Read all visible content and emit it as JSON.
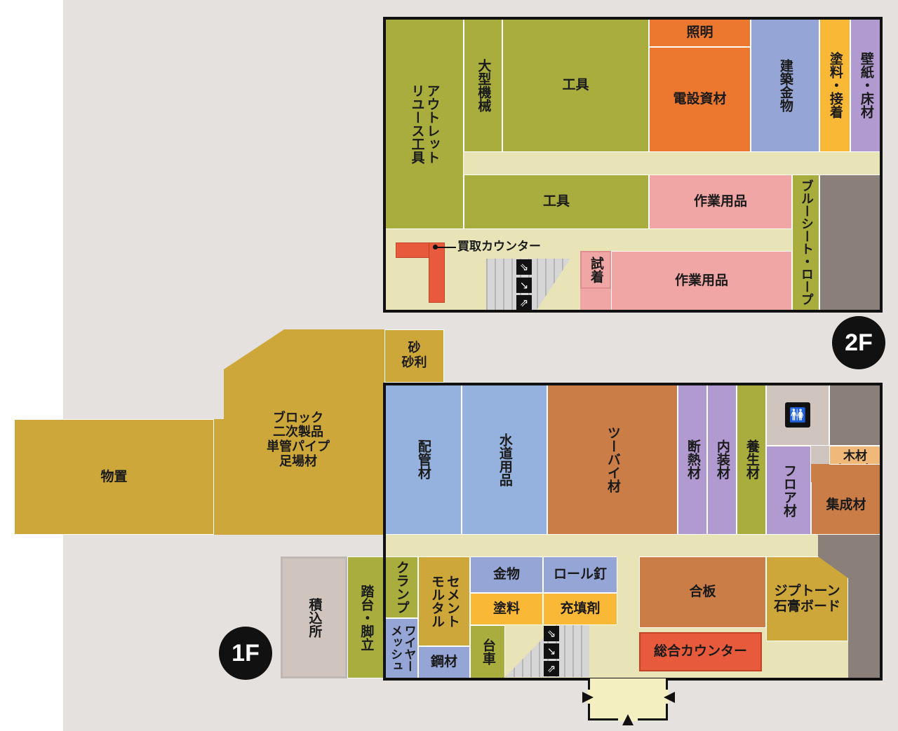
{
  "floors": {
    "f2": "2F",
    "f1": "1F"
  },
  "icons": {
    "restroom": "restroom-icon",
    "escalator": "escalator-icon",
    "entrance": "entrance-arrow"
  },
  "colors": {
    "olive": "#a8ad3d",
    "orange": "#ec7830",
    "blue": "#95a6d6",
    "yellow": "#f9b836",
    "purple": "#b09ad0",
    "pink": "#f1a6a6",
    "red": "#e75a3c",
    "gray": "#8a7f79",
    "mustard": "#cda73a",
    "brown": "#cb7d47",
    "lightblue": "#95b2df",
    "light": "#e8e4b8",
    "stone": "#d0c4bf"
  },
  "f2": {
    "outlet": "アウトレット\nリユース工具",
    "large_machinery": "大型機械",
    "tools_top": "工具",
    "lighting": "照明",
    "electrical": "電設資材",
    "hardware": "建築金物",
    "paint_adhesive": "塗料・接着",
    "wallpaper": "壁紙・床材",
    "tools_mid": "工具",
    "work_goods_1": "作業用品",
    "blue_sheet": "ブルーシート・ロープ",
    "buyback": "買取カウンター",
    "fitting": "試着",
    "work_goods_2": "作業用品"
  },
  "outdoor": {
    "sand": "砂\n砂利",
    "block": "ブロック\n二次製品\n単管パイプ\n足場材",
    "storage": "物置"
  },
  "f1": {
    "piping": "配管材",
    "plumbing": "水道用品",
    "two_by_four": "ツーバイ材",
    "insulation": "断熱材",
    "interior": "内装材",
    "curing": "養生材",
    "flooring": "フロア材",
    "wood_workshop": "木材\n加工室",
    "laminated": "集成材",
    "loading": "積込所",
    "stepladder": "踏台・脚立",
    "clamp": "クランプ",
    "wire_mesh": "ワイヤー\nメッシュ",
    "cement": "セメント\nモルタル",
    "steel": "鋼材",
    "hardware": "金物",
    "roll_nail": "ロール釘",
    "paint": "塗料",
    "filler": "充填剤",
    "cart": "台車",
    "plywood": "合板",
    "gypsum": "ジプトーン\n石膏ボード",
    "counter": "総合カウンター"
  }
}
